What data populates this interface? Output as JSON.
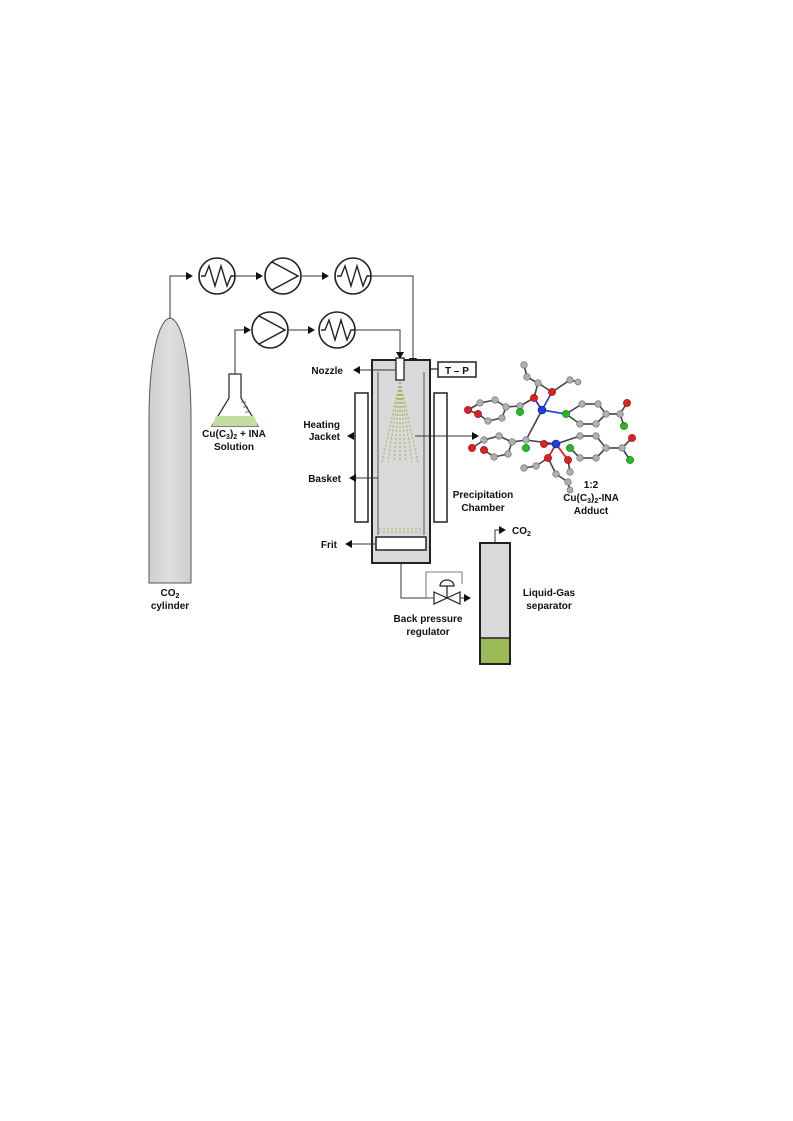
{
  "labels": {
    "co2_cylinder": {
      "line1_main": "CO",
      "line1_sub": "2",
      "line2": "cylinder"
    },
    "solution": {
      "line1_a": "Cu(C",
      "line1_sub1": "3",
      "line1_b": ")",
      "line1_sub2": "2",
      "line1_c": " + INA",
      "line2": "Solution"
    },
    "nozzle": "Nozzle",
    "tp_box": "T – P",
    "heating_jacket": {
      "line1": "Heating",
      "line2": "Jacket"
    },
    "basket": "Basket",
    "precipitation_chamber": {
      "line1": "Precipitation",
      "line2": "Chamber"
    },
    "frit": "Frit",
    "adduct": {
      "line1": "1:2",
      "line2_a": "Cu(C",
      "line2_sub1": "3",
      "line2_b": ")",
      "line2_sub2": "2",
      "line2_c": "-INA",
      "line3": "Adduct"
    },
    "co2_out": {
      "main": "CO",
      "sub": "2"
    },
    "liquid_gas_separator": {
      "line1": "Liquid-Gas",
      "line2": "separator"
    },
    "back_pressure_regulator": {
      "line1": "Back pressure",
      "line2": "regulator"
    }
  },
  "colors": {
    "vessel_fill": "#d9d9d9",
    "solution_green": "#c2dfa2",
    "separator_liquid": "#9bbb59",
    "spray": "#9bbb59",
    "copper": "#1f3fd8",
    "oxygen": "#e02020",
    "chlorine": "#22bb22",
    "carbon": "#b0b0b0"
  }
}
